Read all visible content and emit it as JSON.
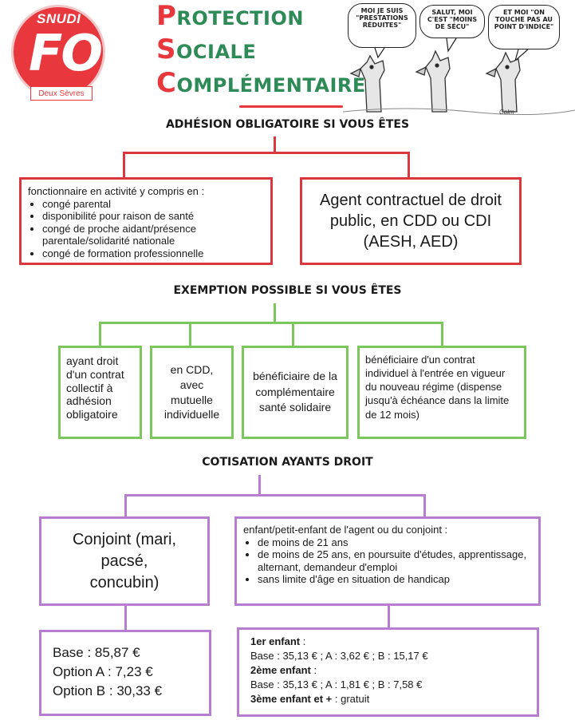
{
  "logo": {
    "brand": "SNUDI",
    "mark": "FO",
    "department": "Deux Sèvres"
  },
  "header": {
    "line1": {
      "initial": "P",
      "rest": "ROTECTION"
    },
    "line2": {
      "initial": "S",
      "rest": "OCIALE"
    },
    "line3": {
      "initial": "C",
      "rest": "OMPLÉMENTAIRE"
    }
  },
  "cartoon": {
    "bubble1": "MOI JE SUIS \"PRESTATIONS RÉDUITES\"",
    "bubble2": "SALUT, MOI C'EST \"MOINS DE SÉCU\"",
    "bubble3": "ET MOI \"ON TOUCHE PAS AU POINT D'INDICE\"",
    "signature": "Colm"
  },
  "section1": {
    "title": "ADHÉSION OBLIGATOIRE SI VOUS ÊTES",
    "left_intro": "fonctionnaire en activité y compris en :",
    "left_items": [
      "congé parental",
      "disponibilité pour raison de santé",
      "congé de proche aidant/présence parentale/solidarité nationale",
      "congé de formation professionnelle"
    ],
    "right": "Agent contractuel de droit public, en CDD ou CDI (AESH, AED)"
  },
  "section2": {
    "title": "EXEMPTION POSSIBLE SI VOUS ÊTES",
    "boxes": [
      "ayant droit d'un contrat collectif à adhésion obligatoire",
      "en CDD, avec mutuelle individuelle",
      "bénéficiaire de la complémentaire santé solidaire",
      "bénéficiaire d'un contrat individuel à l'entrée en vigueur du nouveau régime (dispense jusqu'à échéance dans la limite de 12 mois)"
    ]
  },
  "section3": {
    "title": "COTISATION AYANTS DROIT",
    "left": "Conjoint (mari, pacsé, concubin)",
    "right_intro": "enfant/petit-enfant de l'agent ou du conjoint :",
    "right_items": [
      "de moins de 21 ans",
      "de moins de 25 ans, en poursuite d'études, apprentissage, alternant, demandeur d'emploi",
      "sans limite d'âge en situation de handicap"
    ],
    "prices_left": [
      "Base : 85,87 €",
      "Option A : 7,23 €",
      "Option B : 30,33 €"
    ],
    "prices_right": {
      "child1_label": "1er enfant",
      "child1_suffix": " :",
      "child1_values": "Base : 35,13 € ; A : 3,62 € ; B : 15,17 €",
      "child2_label": "2ème enfant",
      "child2_suffix": " :",
      "child2_values": "Base : 35,13 € ; A : 1,81 € ; B : 7,58 €",
      "child3_label": "3ème enfant et +",
      "child3_suffix": " : gratuit"
    }
  }
}
